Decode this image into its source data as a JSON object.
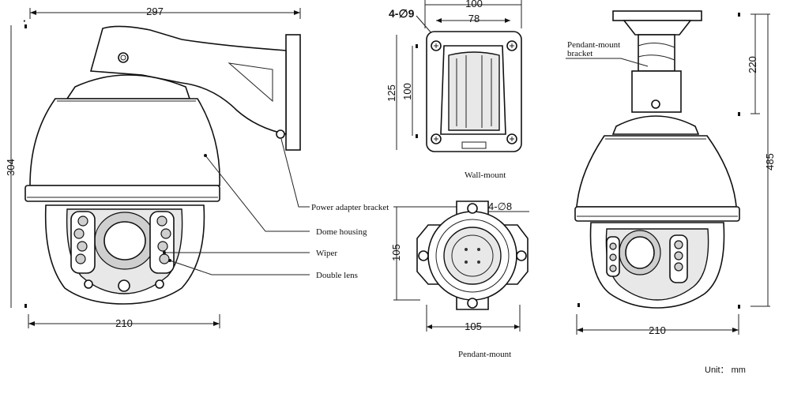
{
  "dimensions": {
    "side_width": "297",
    "side_height": "304",
    "side_base_width": "210",
    "wall_outer_width": "100",
    "wall_inner_width": "78",
    "wall_outer_height": "125",
    "wall_inner_height": "100",
    "wall_holes": "4-∅9",
    "pendant_height": "105",
    "pendant_width": "105",
    "pendant_holes": "4-∅8",
    "right_bracket_height": "220",
    "right_total_height": "485",
    "right_base_width": "210"
  },
  "labels": {
    "power_adapter_bracket": "Power adapter bracket",
    "dome_housing": "Dome housing",
    "wiper": "Wiper",
    "double_lens": "Double lens",
    "wall_mount": "Wall-mount",
    "pendant_mount": "Pendant-mount",
    "pendant_bracket_line1": "Pendant-mount",
    "pendant_bracket_line2": "bracket",
    "unit": "Unit： mm"
  }
}
